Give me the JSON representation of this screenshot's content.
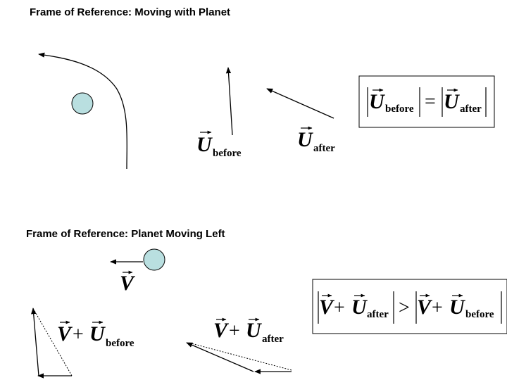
{
  "titles": {
    "moving_with_planet": "Frame of Reference: Moving with Planet",
    "planet_moving_left": "Frame of Reference: Planet Moving Left"
  },
  "symbols": {
    "U": "U",
    "V": "V",
    "plus": "+",
    "equals": "=",
    "greater": ">",
    "before": "before",
    "after": "after"
  },
  "colors": {
    "planet_fill": "#b9dfe0",
    "ink": "#000000"
  }
}
